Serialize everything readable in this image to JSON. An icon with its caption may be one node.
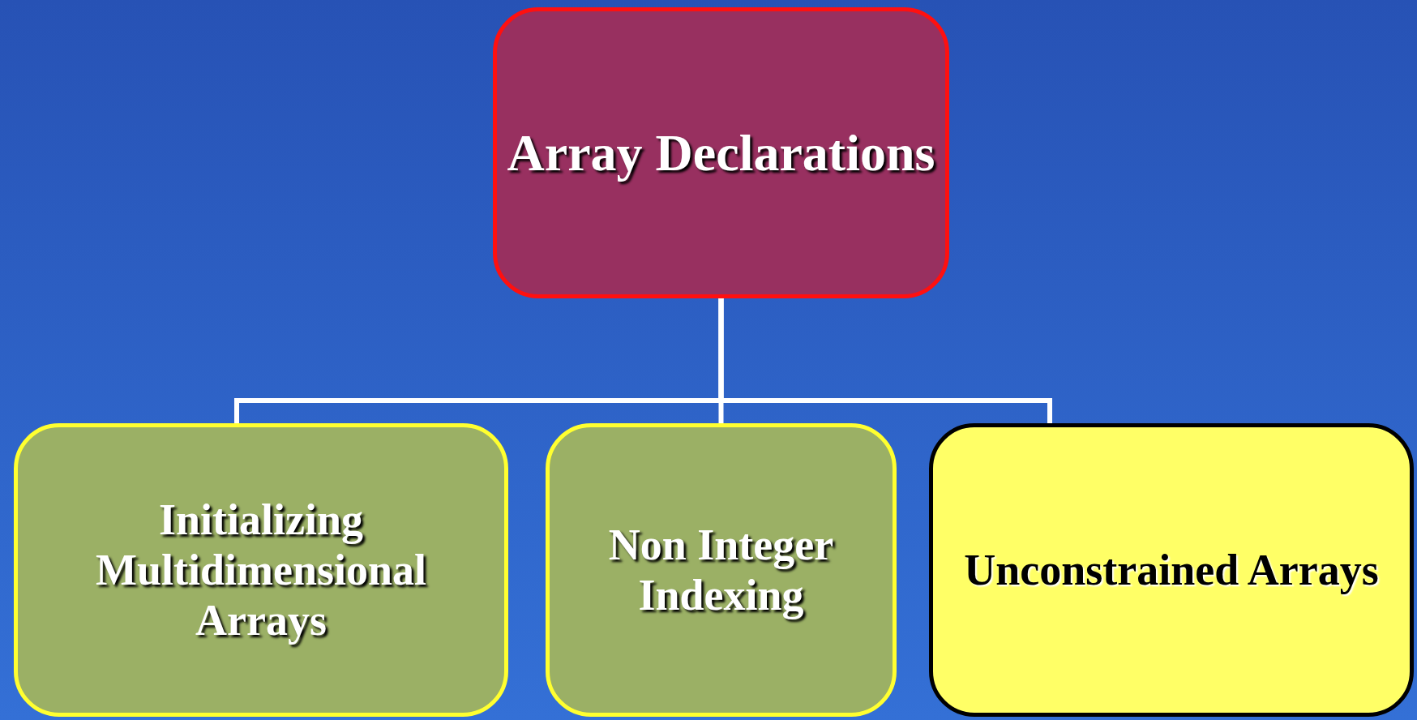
{
  "diagram": {
    "nodes": [
      {
        "text": [
          "Array Declarations"
        ]
      },
      {
        "text": [
          "Initializing Multidimensional Arrays"
        ]
      },
      {
        "text": [
          "Non Integer Indexing"
        ]
      },
      {
        "text": [
          "Unconstrained Arrays"
        ]
      }
    ],
    "edges": [
      {
        "from": 0,
        "to": 1,
        "arrow": "none"
      },
      {
        "from": 0,
        "to": 2,
        "arrow": "none"
      },
      {
        "from": 0,
        "to": 3,
        "arrow": "none"
      }
    ]
  }
}
